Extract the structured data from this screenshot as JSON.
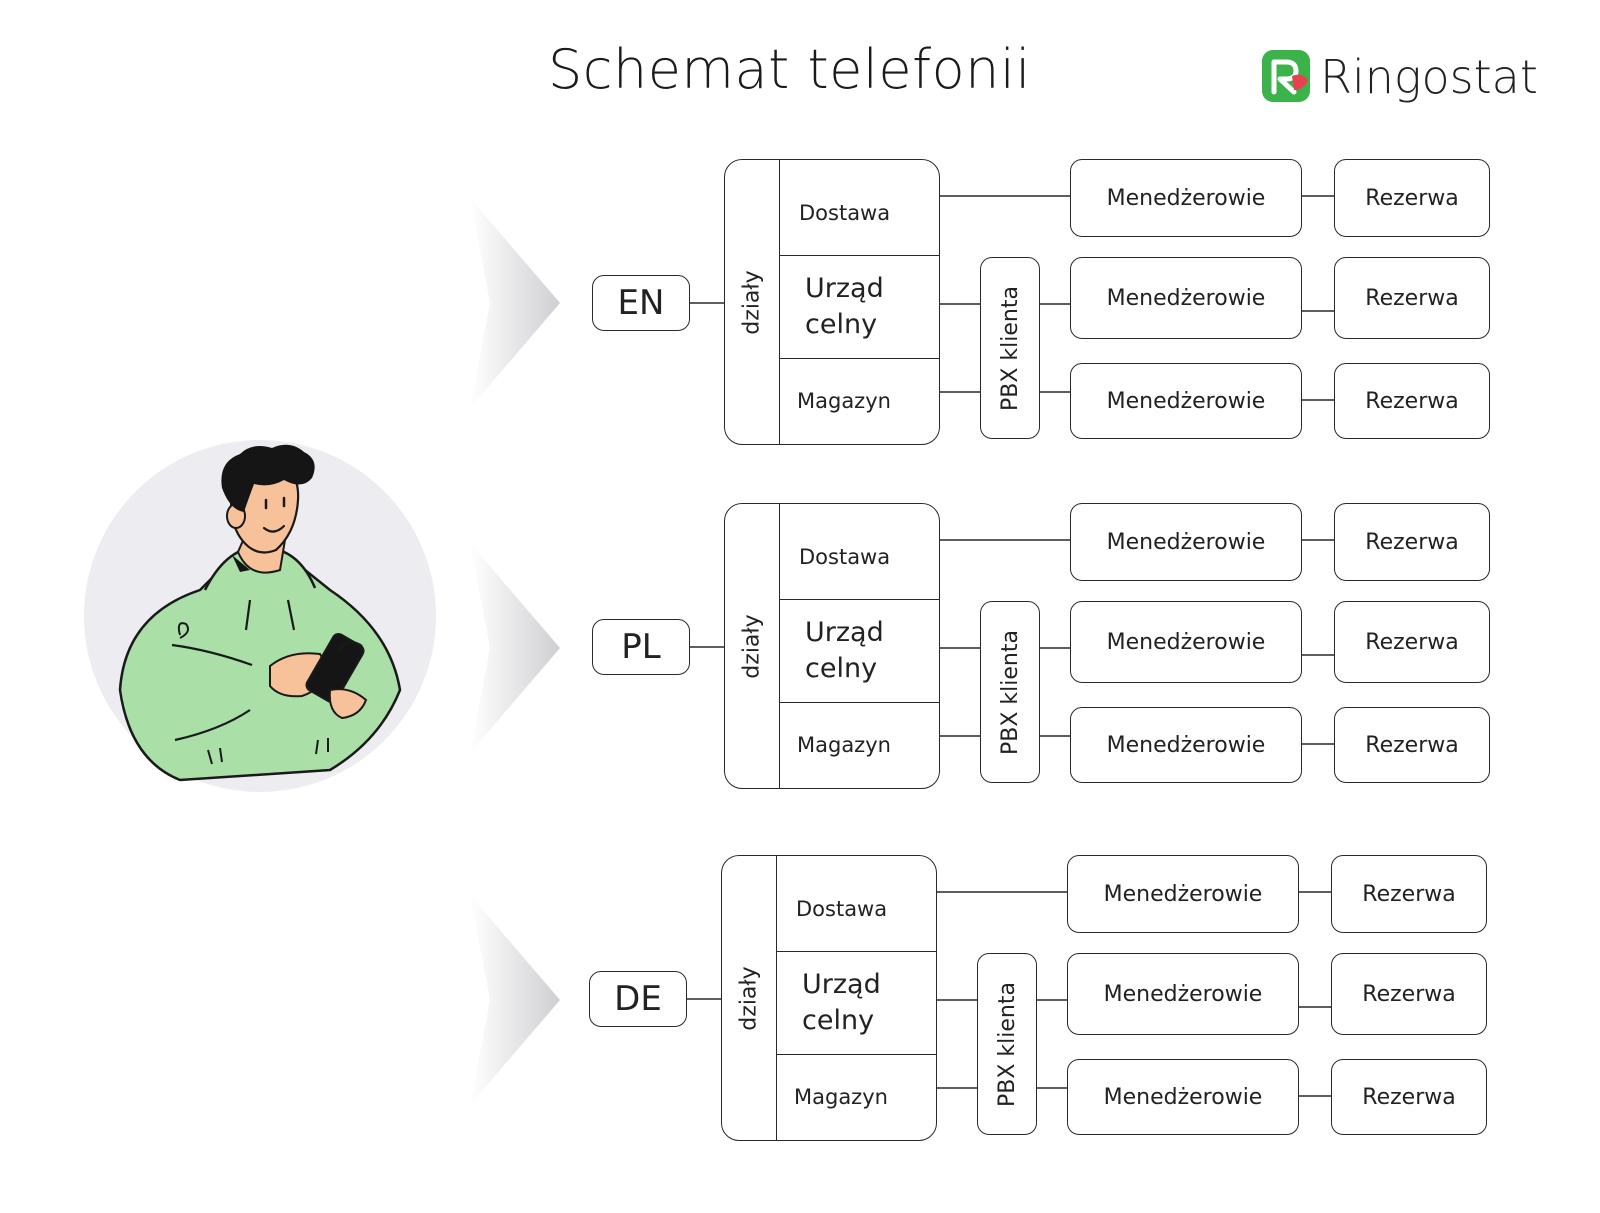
{
  "title": "Schemat telefonii",
  "brand": {
    "name": "Ringostat",
    "colors": {
      "green": "#3cb34a",
      "red": "#e8414f"
    }
  },
  "colors": {
    "avatar_bg": "#ececf1",
    "hoodie": "#abdfa8",
    "skin": "#f7c19a",
    "hair": "#151515"
  },
  "branches": [
    {
      "lang": "EN",
      "dept_label": "działy",
      "departments": [
        "Dostawa",
        "Urząd\ncelny",
        "Magazyn"
      ],
      "pbx": "PBX klienta",
      "managers": [
        "Menedżerowie",
        "Menedżerowie",
        "Menedżerowie"
      ],
      "reserves": [
        "Rezerwa",
        "Rezerwa",
        "Rezerwa"
      ]
    },
    {
      "lang": "PL",
      "dept_label": "działy",
      "departments": [
        "Dostawa",
        "Urząd\ncelny",
        "Magazyn"
      ],
      "pbx": "PBX klienta",
      "managers": [
        "Menedżerowie",
        "Menedżerowie",
        "Menedżerowie"
      ],
      "reserves": [
        "Rezerwa",
        "Rezerwa",
        "Rezerwa"
      ]
    },
    {
      "lang": "DE",
      "dept_label": "działy",
      "departments": [
        "Dostawa",
        "Urząd\ncelny",
        "Magazyn"
      ],
      "pbx": "PBX klienta",
      "managers": [
        "Menedżerowie",
        "Menedżerowie",
        "Menedżerowie"
      ],
      "reserves": [
        "Rezerwa",
        "Rezerwa",
        "Rezerwa"
      ]
    }
  ]
}
